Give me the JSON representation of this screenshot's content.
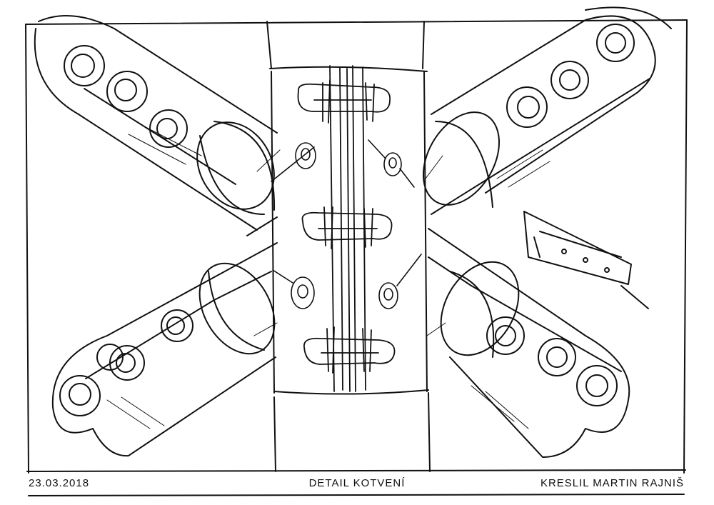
{
  "footer": {
    "date": "23.03.2018",
    "title": "DETAIL KOTVENÍ",
    "author": "KRESLIL MARTIN RAJNIŠ"
  },
  "colors": {
    "ink": "#111111",
    "paper": "#ffffff"
  }
}
